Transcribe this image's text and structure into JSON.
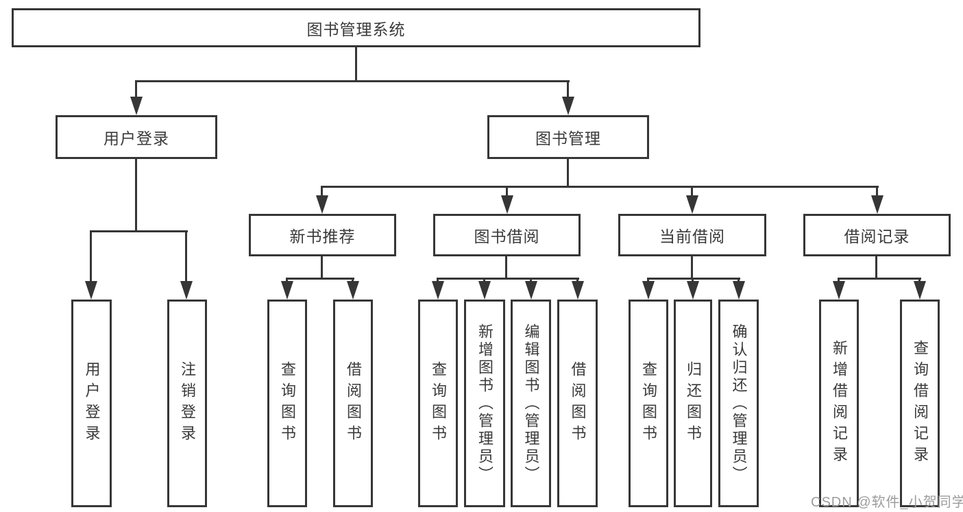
{
  "diagram": {
    "root": {
      "label": "图书管理系统"
    },
    "branches": [
      {
        "label": "用户登录",
        "children": [
          {
            "label": "用户登录"
          },
          {
            "label": "注销登录"
          }
        ]
      },
      {
        "label": "图书管理",
        "children": [
          {
            "label": "新书推荐",
            "children": [
              {
                "label": "查询图书"
              },
              {
                "label": "借阅图书"
              }
            ]
          },
          {
            "label": "图书借阅",
            "children": [
              {
                "label": "查询图书"
              },
              {
                "label": "新增图书（管理员）"
              },
              {
                "label": "编辑图书（管理员）"
              },
              {
                "label": "借阅图书"
              }
            ]
          },
          {
            "label": "当前借阅",
            "children": [
              {
                "label": "查询图书"
              },
              {
                "label": "归还图书"
              },
              {
                "label": "确认归还（管理员）"
              }
            ]
          },
          {
            "label": "借阅记录",
            "children": [
              {
                "label": "新增借阅记录"
              },
              {
                "label": "查询借阅记录"
              }
            ]
          }
        ]
      }
    ]
  },
  "watermark": {
    "text": "CSDN @软件_小贺同学"
  },
  "colors": {
    "line": "#363636",
    "box_border": "#363636",
    "box_fill": "#ffffff",
    "text": "#3a3a3a",
    "watermark": "#9c9c9c",
    "background": "#ffffff"
  }
}
